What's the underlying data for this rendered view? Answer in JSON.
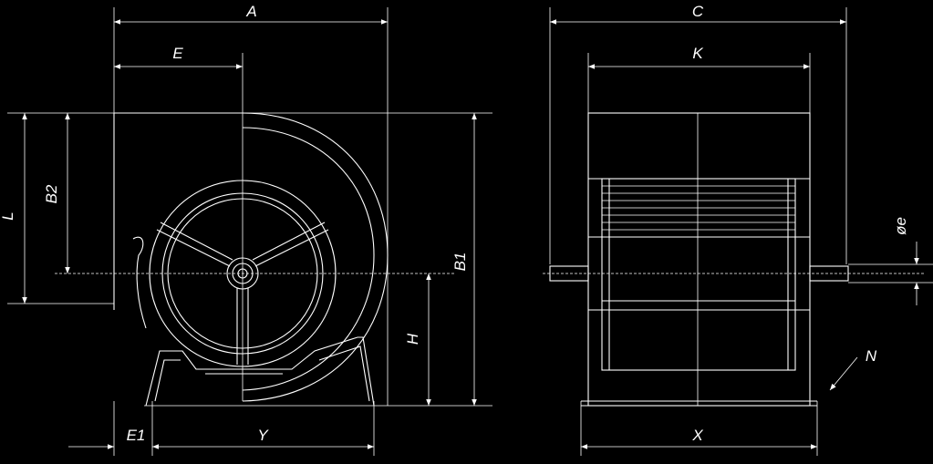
{
  "front_view": {
    "labels": {
      "A": "A",
      "E": "E",
      "L": "L",
      "B2": "B2",
      "B1": "B1",
      "H": "H",
      "E1": "E1",
      "Y": "Y"
    }
  },
  "side_view": {
    "labels": {
      "C": "C",
      "K": "K",
      "shaft_diameter": "øe",
      "N": "N",
      "X": "X"
    }
  },
  "colors": {
    "background": "#000000",
    "lines": "#ffffff"
  }
}
